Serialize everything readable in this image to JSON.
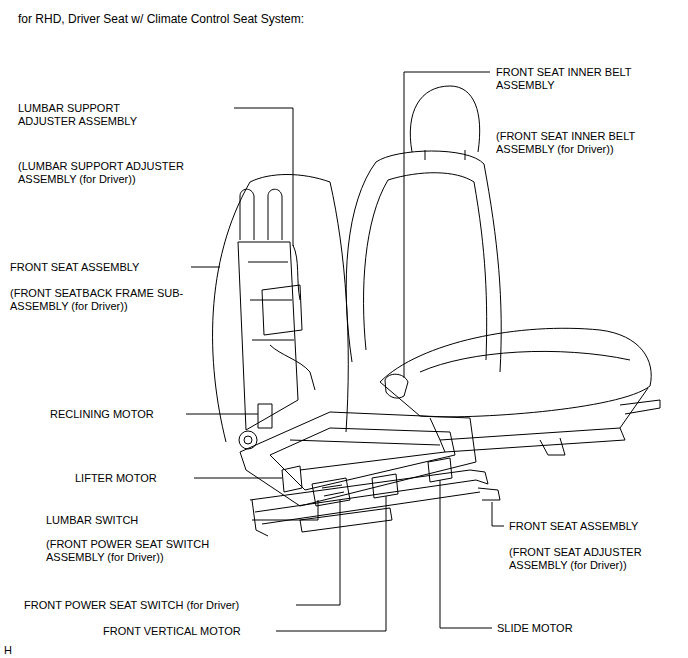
{
  "diagram": {
    "title": "for RHD, Driver Seat w/ Climate Control Seat System:",
    "labels": [
      "LUMBAR SUPPORT ADJUSTER ASSEMBLY",
      "(LUMBAR SUPPORT ADJUSTER ASSEMBLY (for Driver))",
      "FRONT SEAT ASSEMBLY",
      "(FRONT SEATBACK FRAME SUB-ASSEMBLY (for Driver))",
      "RECLINING MOTOR",
      "LIFTER MOTOR",
      "LUMBAR SWITCH",
      "(FRONT POWER SEAT SWITCH ASSEMBLY (for Driver))",
      "FRONT POWER SEAT SWITCH (for Driver)",
      "FRONT VERTICAL MOTOR",
      "FRONT SEAT INNER BELT ASSEMBLY",
      "(FRONT SEAT INNER BELT ASSEMBLY (for Driver))",
      "FRONT SEAT ASSEMBLY",
      "(FRONT SEAT ADJUSTER ASSEMBLY (for Driver))",
      "SLIDE MOTOR",
      "H"
    ]
  }
}
